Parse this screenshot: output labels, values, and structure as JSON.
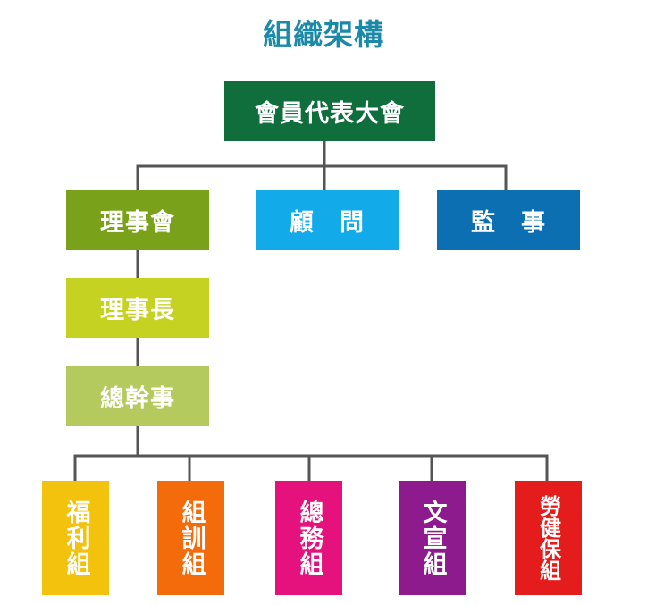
{
  "title": "組織架構",
  "nodes": {
    "assembly": {
      "label": "會員代表大會",
      "color": "#0f6e3b"
    },
    "board": {
      "label": "理事會",
      "color": "#7aa11a"
    },
    "advisor": {
      "label": "顧　問",
      "color": "#12aae8"
    },
    "supervisor": {
      "label": "監　事",
      "color": "#0b6fb1"
    },
    "chairman": {
      "label": "理事長",
      "color": "#c6d221"
    },
    "secretary_general": {
      "label": "總幹事",
      "color": "#b4c95e"
    },
    "welfare": {
      "label": "福利組",
      "color": "#f2c20c"
    },
    "training": {
      "label": "組訓組",
      "color": "#f46b0b"
    },
    "general_affairs": {
      "label": "總務組",
      "color": "#e5127d"
    },
    "publicity": {
      "label": "文宣組",
      "color": "#8e1b8e"
    },
    "labor_health": {
      "label": "勞健保組",
      "color": "#e41c1c"
    }
  },
  "connector_color": "#555555"
}
